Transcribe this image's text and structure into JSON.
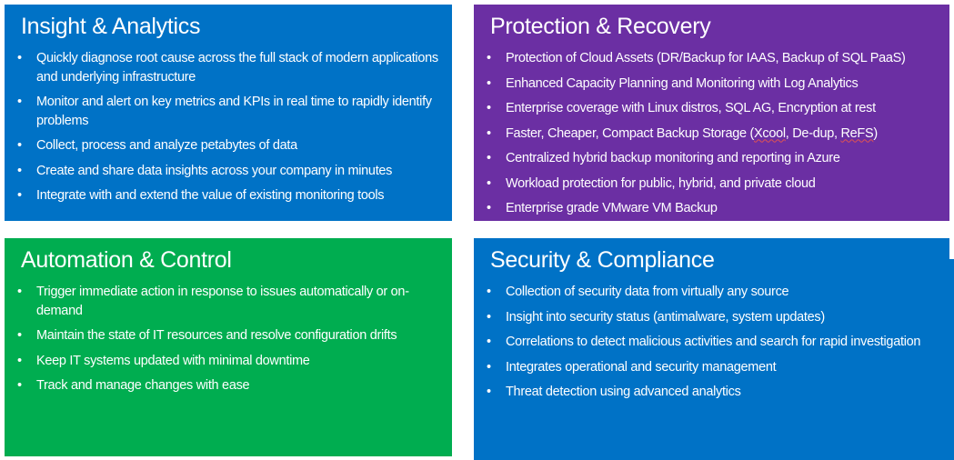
{
  "slide": {
    "background": "#FFFFFF",
    "text_color": "#FFFFFF",
    "bullet_glyph": "•",
    "squiggle_color": "#E05252"
  },
  "panels": [
    {
      "name": "insight-analytics",
      "title": "Insight & Analytics",
      "color": "#0072C6",
      "misspelled_words": [],
      "bullets": [
        "Quickly diagnose root cause across the full stack of modern applications and underlying infrastructure",
        "Monitor and alert on key metrics and KPIs in real time to rapidly identify problems",
        "Collect, process and analyze petabytes of data",
        "Create and share data insights across your company in minutes",
        "Integrate with and extend the value of existing monitoring tools"
      ]
    },
    {
      "name": "protection-recovery",
      "title": "Protection & Recovery",
      "color": "#6B2FA3",
      "misspelled_words": [
        "Xcool",
        "ReFS"
      ],
      "bullets": [
        "Protection of Cloud Assets (DR/Backup for IAAS, Backup of SQL PaaS)",
        "Enhanced Capacity Planning and Monitoring with Log Analytics",
        "Enterprise coverage with Linux distros, SQL AG, Encryption at rest",
        "Faster, Cheaper, Compact Backup Storage (Xcool, De-dup, ReFS)",
        "Centralized hybrid backup monitoring and reporting in Azure",
        "Workload protection for public, hybrid, and private cloud",
        "Enterprise grade VMware VM Backup"
      ]
    },
    {
      "name": "automation-control",
      "title": "Automation & Control",
      "color": "#00AD50",
      "misspelled_words": [],
      "bullets": [
        "Trigger immediate action in response to issues automatically or on-demand",
        "Maintain the state of IT resources and resolve configuration drifts",
        "Keep IT systems updated with minimal downtime",
        "Track and manage changes with ease"
      ]
    },
    {
      "name": "security-compliance",
      "title": "Security & Compliance",
      "color": "#0072C6",
      "misspelled_words": [],
      "bullets": [
        "Collection of security data from virtually any source",
        "Insight into security status (antimalware, system updates)",
        "Correlations to detect malicious activities and search for rapid investigation",
        "Integrates operational and security management",
        "Threat detection using advanced analytics"
      ]
    }
  ]
}
